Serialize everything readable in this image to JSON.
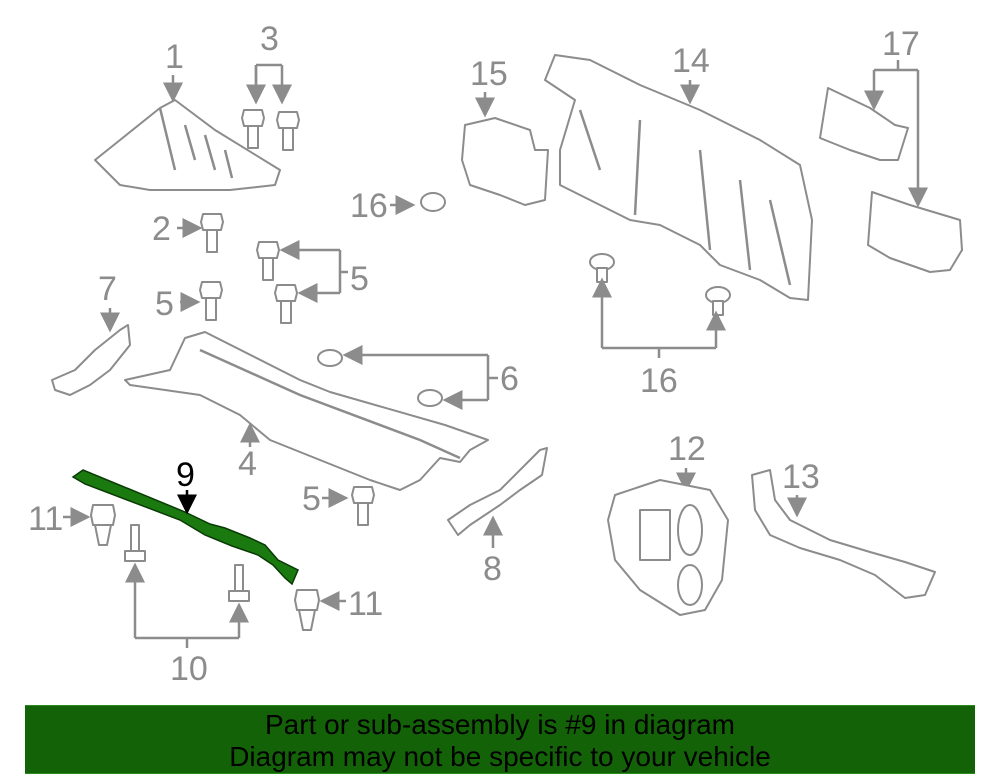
{
  "diagram": {
    "highlight_color": "#1a7a10",
    "callouts": [
      "1",
      "2",
      "3",
      "4",
      "5",
      "5",
      "5",
      "6",
      "7",
      "8",
      "9",
      "10",
      "11",
      "11",
      "12",
      "13",
      "14",
      "15",
      "16",
      "16",
      "17"
    ]
  },
  "banner": {
    "line1": "Part or sub-assembly is #9 in diagram",
    "line2": "Diagram may not be specific to your vehicle",
    "color": "#136208"
  }
}
